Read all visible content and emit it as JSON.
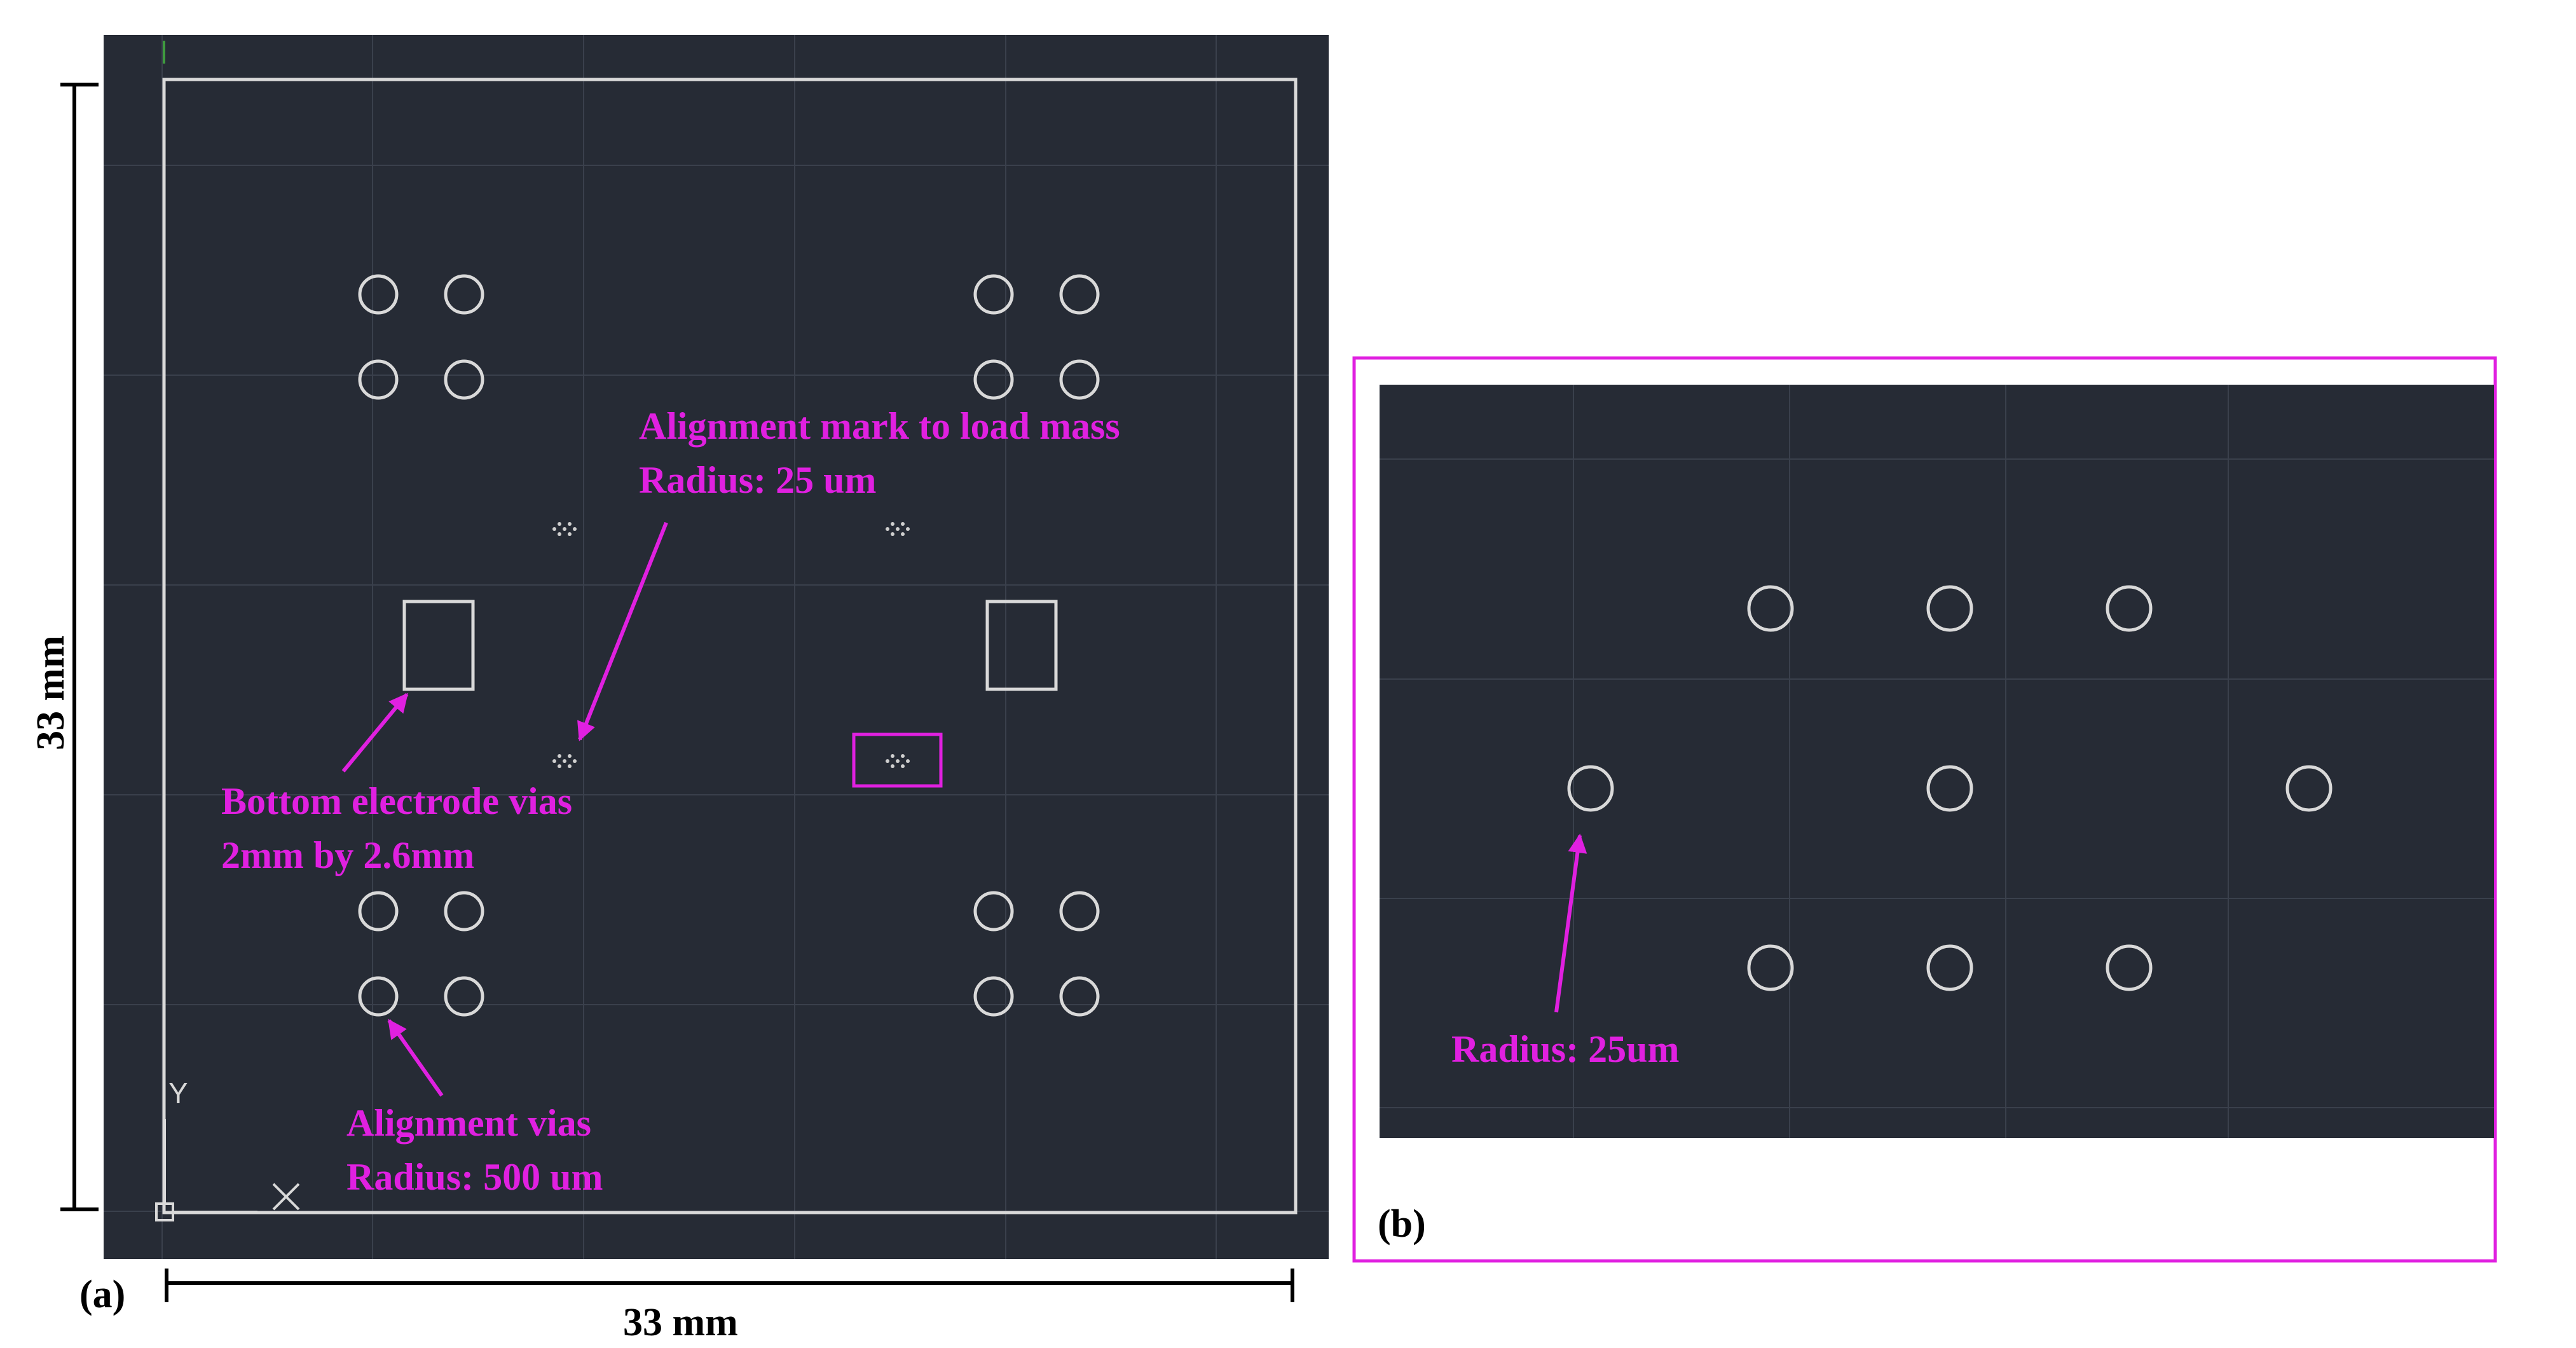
{
  "panel_a": {
    "label": "(a)",
    "dim_vertical": "33 mm",
    "dim_horizontal": "33 mm",
    "axis_y": "Y",
    "axis_x": "X",
    "note_alignment_mark_line1": "Alignment mark to load mass",
    "note_alignment_mark_line2": "Radius: 25 um",
    "note_electrode_line1": "Bottom electrode vias",
    "note_electrode_line2": "2mm by 2.6mm",
    "note_vias_line1": "Alignment vias",
    "note_vias_line2": "Radius: 500 um"
  },
  "panel_b": {
    "label": "(b)",
    "note_radius": "Radius: 25um"
  },
  "colors": {
    "canvas": "#262b35",
    "grid": "#3a404c",
    "geometry": "#d9d9d9",
    "annotation": "#e020e0"
  }
}
